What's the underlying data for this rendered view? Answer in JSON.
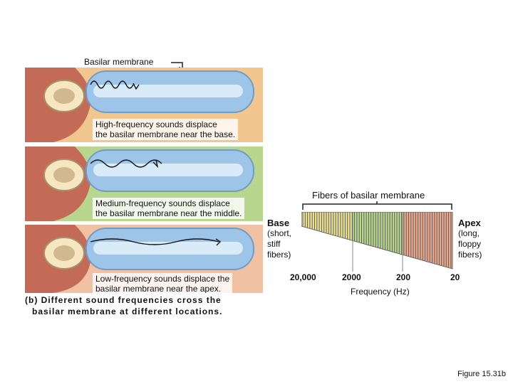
{
  "labels": {
    "basilar_membrane": "Basilar membrane",
    "fibers_title": "Fibers of basilar membrane",
    "frequency_axis": "Frequency (Hz)",
    "figure": "Figure 15.31b"
  },
  "panels": [
    {
      "caption_line1": "High-frequency sounds displace",
      "caption_line2": "the basilar membrane near the base.",
      "bg": "#f2c78f"
    },
    {
      "caption_line1": "Medium-frequency sounds displace",
      "caption_line2": "the basilar membrane near the middle.",
      "bg": "#b9d68f"
    },
    {
      "caption_line1": "Low-frequency sounds displace the",
      "caption_line2": "basilar membrane near the apex.",
      "bg": "#f1c1a4"
    }
  ],
  "panel_b": {
    "line1": "(b) Different sound frequencies cross the",
    "line2": "basilar membrane at different locations."
  },
  "base": {
    "title": "Base",
    "l1": "(short,",
    "l2": "stiff",
    "l3": "fibers)"
  },
  "apex": {
    "title": "Apex",
    "l1": "(long,",
    "l2": "floppy",
    "l3": "fibers)"
  },
  "ticks": [
    "20,000",
    "2000",
    "200",
    "20"
  ],
  "colors": {
    "high": "#e8e094",
    "mid": "#b9d68f",
    "low": "#e9a88d",
    "fiber_dark": "#555"
  }
}
